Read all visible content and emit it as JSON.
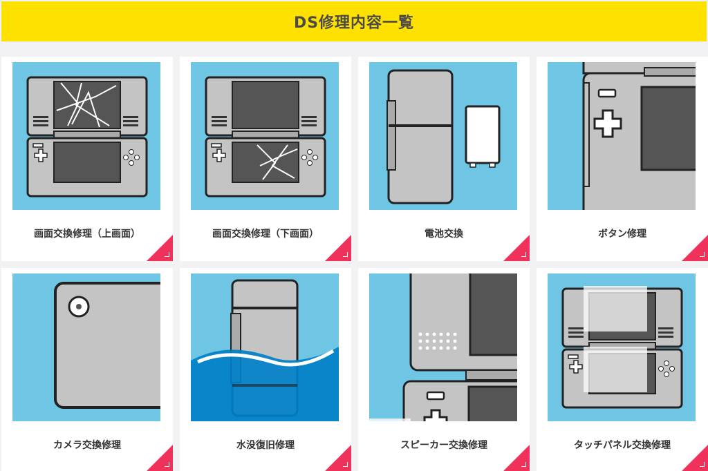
{
  "page": {
    "title": "DS修理内容一覧"
  },
  "colors": {
    "header_bg": "#ffe100",
    "accent": "#f0325a",
    "thumb_bg": "#6ec6e4",
    "water": "#0080c8"
  },
  "cards": [
    {
      "label": "画面交換修理（上画面）",
      "icon": "ds-cracked-top-screen-icon"
    },
    {
      "label": "画面交換修理（下画面）",
      "icon": "ds-cracked-bottom-screen-icon"
    },
    {
      "label": "電池交換",
      "icon": "battery-icon"
    },
    {
      "label": "ボタン修理",
      "icon": "dpad-button-icon"
    },
    {
      "label": "カメラ交換修理",
      "icon": "camera-lens-icon"
    },
    {
      "label": "水没復旧修理",
      "icon": "water-damage-icon"
    },
    {
      "label": "スピーカー交換修理",
      "icon": "speaker-icon"
    },
    {
      "label": "タッチパネル交換修理",
      "icon": "touch-panel-icon"
    }
  ]
}
